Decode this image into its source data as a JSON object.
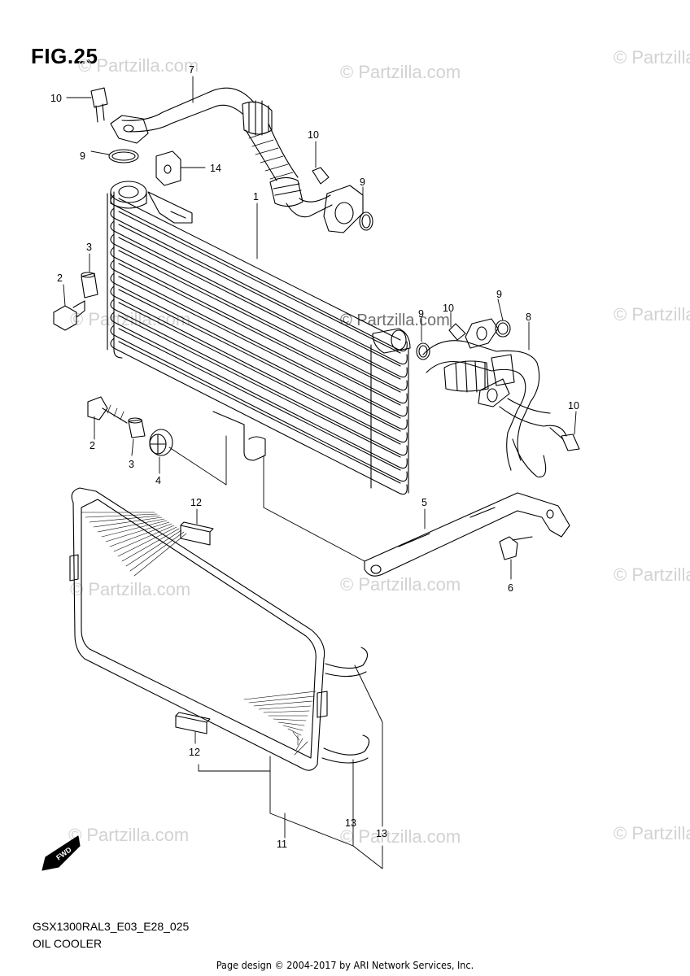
{
  "figure": {
    "title": "FIG.25",
    "code": "GSX1300RAL3_E03_E28_025",
    "name": "OIL COOLER"
  },
  "footer": "Page design © 2004-2017 by ARI Network Services, Inc.",
  "watermark": "© Partzilla.com",
  "fwd_label": "FWD",
  "callouts": [
    {
      "id": "c7",
      "label": "7"
    },
    {
      "id": "c10a",
      "label": "10"
    },
    {
      "id": "c9a",
      "label": "9"
    },
    {
      "id": "c14",
      "label": "14"
    },
    {
      "id": "c10b",
      "label": "10"
    },
    {
      "id": "c9b",
      "label": "9"
    },
    {
      "id": "c1",
      "label": "1"
    },
    {
      "id": "c3a",
      "label": "3"
    },
    {
      "id": "c2a",
      "label": "2"
    },
    {
      "id": "c9c",
      "label": "9"
    },
    {
      "id": "c10c",
      "label": "10"
    },
    {
      "id": "c9d",
      "label": "9"
    },
    {
      "id": "c8",
      "label": "8"
    },
    {
      "id": "c10d",
      "label": "10"
    },
    {
      "id": "c2b",
      "label": "2"
    },
    {
      "id": "c3b",
      "label": "3"
    },
    {
      "id": "c4",
      "label": "4"
    },
    {
      "id": "c12a",
      "label": "12"
    },
    {
      "id": "c5",
      "label": "5"
    },
    {
      "id": "c6",
      "label": "6"
    },
    {
      "id": "c12b",
      "label": "12"
    },
    {
      "id": "c13a",
      "label": "13"
    },
    {
      "id": "c13b",
      "label": "13"
    },
    {
      "id": "c11",
      "label": "11"
    }
  ],
  "colors": {
    "line": "#000000",
    "watermark": "#d2d2d2"
  }
}
